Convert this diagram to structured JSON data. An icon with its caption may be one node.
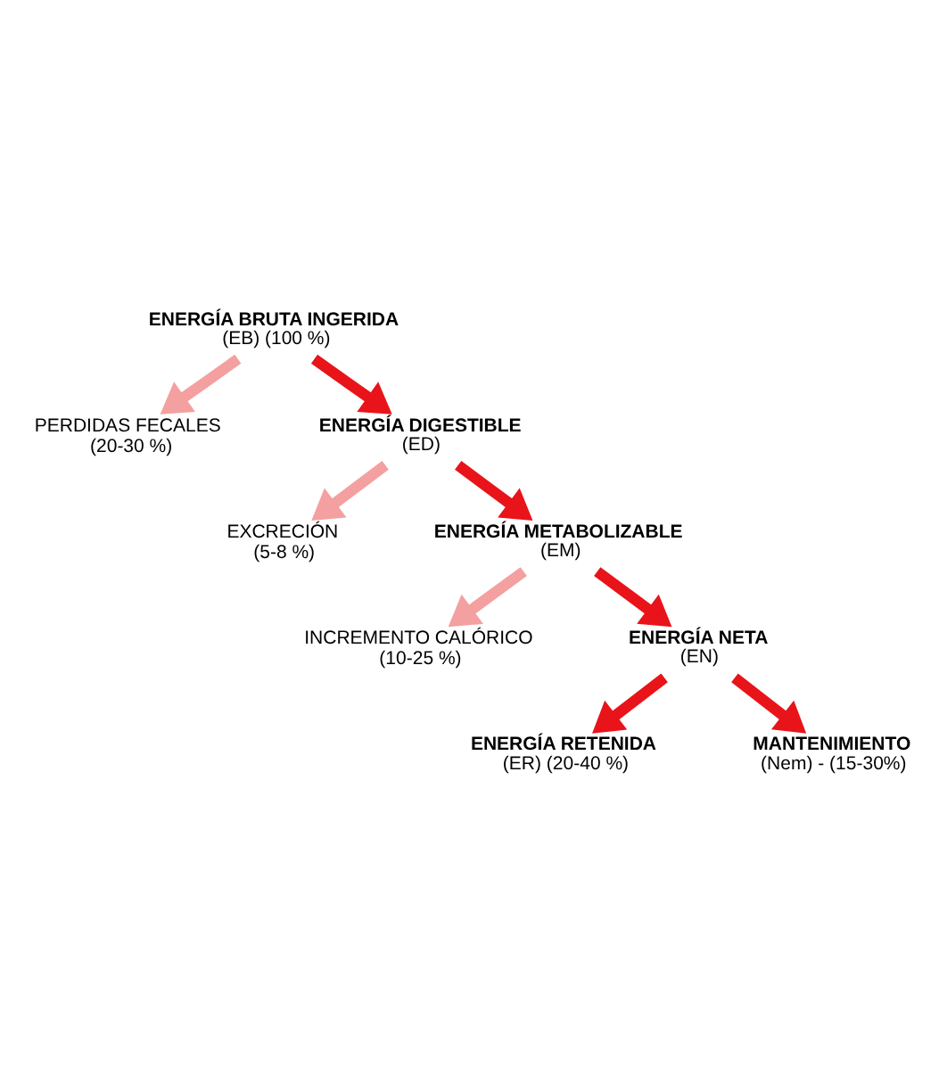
{
  "diagram": {
    "nodes": [
      {
        "text": [
          "ENERGÍA BRUTA INGERIDA",
          "(EB) (100 %)"
        ]
      },
      {
        "text": [
          "PERDIDAS FECALES",
          "(20-30 %)"
        ]
      },
      {
        "text": [
          "ENERGÍA DIGESTIBLE",
          "(ED)"
        ]
      },
      {
        "text": [
          "EXCRECIÓN",
          "(5-8 %)"
        ]
      },
      {
        "text": [
          "ENERGÍA METABOLIZABLE",
          "(EM)"
        ]
      },
      {
        "text": [
          "INCREMENTO CALÓRICO",
          "(10-25 %)"
        ]
      },
      {
        "text": [
          "ENERGÍA NETA",
          "(EN)"
        ]
      },
      {
        "text": [
          "ENERGÍA RETENIDA",
          "(ER) (20-40 %)"
        ]
      },
      {
        "text": [
          "MANTENIMIENTO",
          "(Nem) - (15-30%)"
        ]
      }
    ],
    "edges": [
      {
        "from": 0,
        "to": 1,
        "arrow": "to",
        "color": "#f4a0a0"
      },
      {
        "from": 0,
        "to": 2,
        "arrow": "to"
      },
      {
        "from": 2,
        "to": 3,
        "arrow": "to",
        "color": "#f4a0a0"
      },
      {
        "from": 2,
        "to": 4,
        "arrow": "to"
      },
      {
        "from": 4,
        "to": 5,
        "arrow": "to",
        "color": "#f4a0a0"
      },
      {
        "from": 4,
        "to": 6,
        "arrow": "to"
      },
      {
        "from": 6,
        "to": 7,
        "arrow": "to"
      },
      {
        "from": 6,
        "to": 8,
        "arrow": "to"
      }
    ]
  }
}
